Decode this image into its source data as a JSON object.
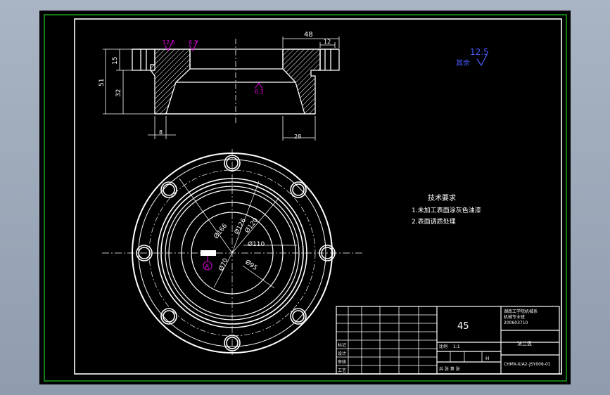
{
  "drawing": {
    "dims": {
      "d48": "48",
      "d12": "12",
      "d15": "15",
      "d51": "51",
      "d32": "32",
      "d8": "8",
      "d28": "28",
      "phi166": "Ø166",
      "phi126": "Ø126",
      "phi120": "Ø120",
      "phi110": "Ø110",
      "phi70": "Ø70",
      "phi95": "Ø95"
    },
    "roughness": {
      "r1": "12.5",
      "r2": "6.3",
      "r3": "6.3",
      "general_value": "12.5",
      "general_label": "其余"
    },
    "datum_label": "A",
    "tech_req": {
      "title": "技术要求",
      "item1": "1.未加工表面涂灰色油漆",
      "item2": "2.表面调质处理"
    },
    "title_block": {
      "material": "45",
      "header_line1": "湖南工学院机械系",
      "header_line2": "机械专业班",
      "header_line3": "200603710",
      "part_name": "法兰盘",
      "drawing_no": "CHMX-X/A2-JSY006-01",
      "scale_label": "比例",
      "scale_value": "1:1",
      "sheet_label": "共 张 第 张",
      "mark": "H",
      "design_label": "设计",
      "check_label": "审核",
      "craft_label": "工艺",
      "mark_label": "标记"
    }
  },
  "colors": {
    "background": "#000000",
    "lines": "#ffffff",
    "roughness": "#e000e0",
    "general_roughness": "#4a5cff",
    "frame_green": "#22c922"
  }
}
